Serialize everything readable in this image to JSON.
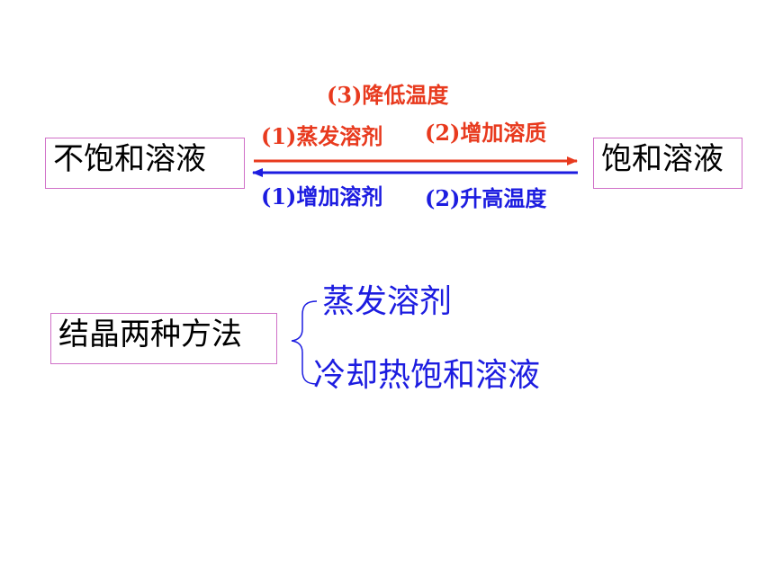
{
  "boxes": {
    "unsaturated": "不饱和溶液",
    "saturated": "饱和溶液",
    "crystallization": "结晶两种方法"
  },
  "forward_labels": {
    "lower_temp": "(3)降低温度",
    "evaporate_solvent": "(1)蒸发溶剂",
    "add_solute": "(2)增加溶质"
  },
  "backward_labels": {
    "add_solvent": "(1)增加溶剂",
    "raise_temp": "(2)升高温度"
  },
  "methods": {
    "evaporate": "蒸发溶剂",
    "cool": "冷却热饱和溶液"
  },
  "colors": {
    "forward": "#e83a1e",
    "backward": "#1c1ce0",
    "box_border": "#d070c8"
  }
}
